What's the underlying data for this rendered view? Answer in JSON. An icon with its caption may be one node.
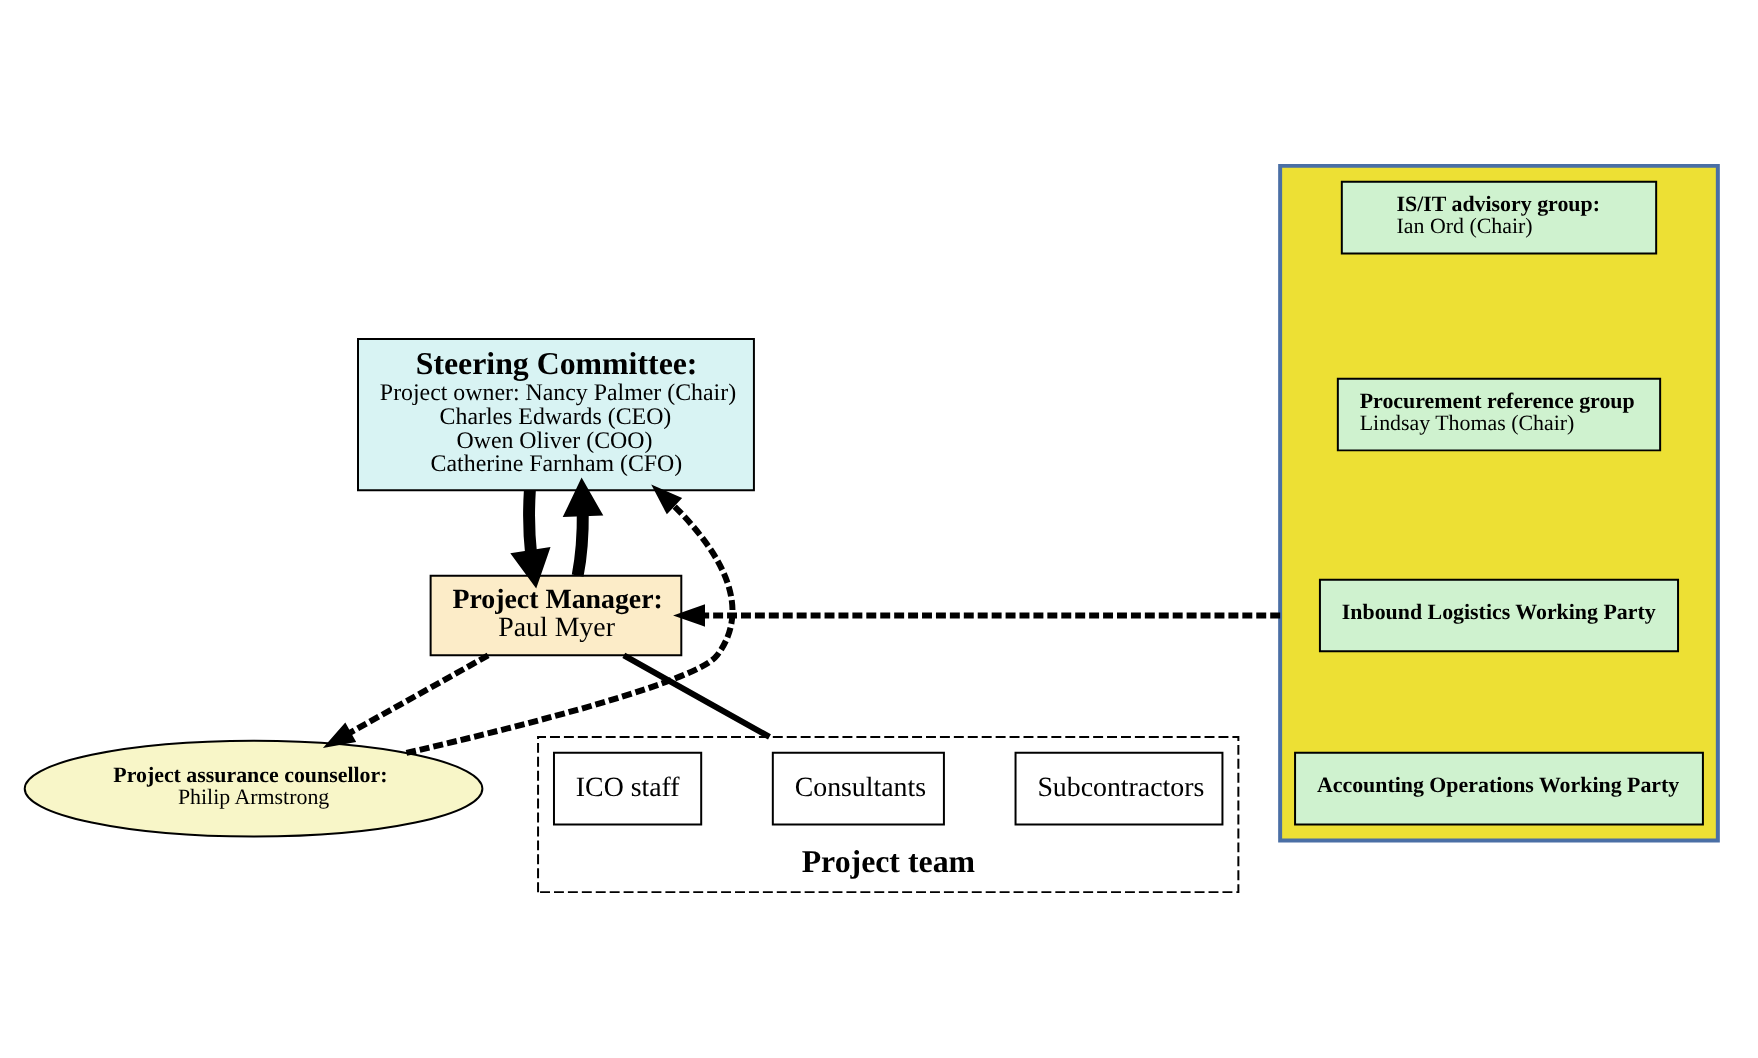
{
  "diagram": {
    "nodes": [
      {
        "text": [
          "Steering Committee:",
          "Project owner: Nancy Palmer (Chair)",
          "Charles Edwards (CEO)",
          "Owen Oliver (COO)",
          "Catherine Farnham (CFO)"
        ]
      },
      {
        "text": [],
        "shape": "box"
      },
      {
        "text": [
          "IS/IT advisory group:",
          "Ian Ord (Chair)"
        ],
        "in": 1
      },
      {
        "text": [
          "Procurement reference group",
          "Lindsay Thomas (Chair)"
        ],
        "in": 1
      },
      {
        "text": [
          "Inbound Logistics Working Party"
        ],
        "in": 1
      },
      {
        "text": [
          "Accounting Operations Working Party"
        ],
        "in": 1
      },
      {
        "text": [
          "Project Manager:",
          "Paul Myer"
        ]
      },
      {
        "text": [
          "Project assurance counsellor:",
          "Philip Armstrong"
        ]
      },
      {
        "text": [
          "Project team"
        ]
      },
      {
        "text": [
          "ICO staff"
        ],
        "in": 8
      },
      {
        "text": [
          "Consultants"
        ],
        "in": 8
      },
      {
        "text": [
          "Subcontractors"
        ],
        "in": 8
      }
    ],
    "edges": [
      {
        "from": 6,
        "to": 0,
        "arrow": "to",
        "style": "thick"
      },
      {
        "from": 0,
        "to": 6,
        "arrow": "to",
        "style": "thick"
      },
      {
        "from": 1,
        "to": 6,
        "arrow": "to",
        "style": "dashed"
      },
      {
        "from": 6,
        "to": 7,
        "arrow": "to",
        "style": "dashed"
      },
      {
        "from": 7,
        "to": 0,
        "arrow": "to",
        "style": "dashed"
      },
      {
        "from": 6,
        "to": 8,
        "arrow": "none"
      }
    ]
  }
}
